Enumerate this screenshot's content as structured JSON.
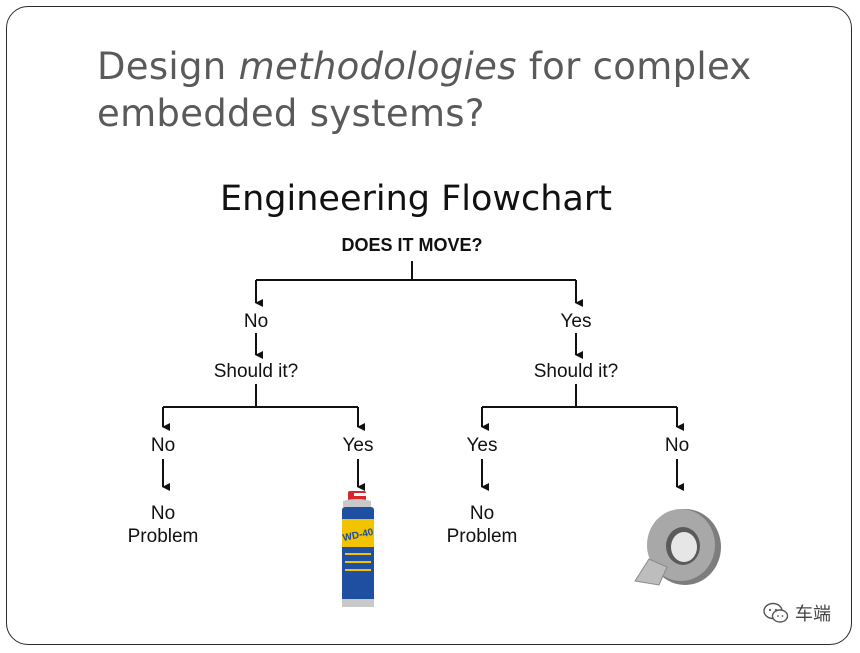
{
  "slide": {
    "title_part1": "Design ",
    "title_italic": "methodologies",
    "title_part2": " for complex embedded systems?"
  },
  "flowchart": {
    "title": "Engineering Flowchart",
    "root": "DOES IT MOVE?",
    "left_branch": "No",
    "right_branch": "Yes",
    "left_question": "Should it?",
    "right_question": "Should it?",
    "ll_answer": "No",
    "lr_answer": "Yes",
    "rl_answer": "Yes",
    "rr_answer": "No",
    "ll_result_1": "No",
    "ll_result_2": "Problem",
    "rl_result_1": "No",
    "rl_result_2": "Problem",
    "lr_result_icon": "spray-can-icon",
    "rr_result_icon": "duct-tape-icon",
    "can_label": "WD-40"
  },
  "watermark": {
    "text": "车端",
    "icon": "wechat-icon"
  },
  "colors": {
    "title_gray": "#5a5a5a",
    "can_blue": "#1f4fa0",
    "can_yellow": "#f2c300",
    "can_red": "#d8262a",
    "tape_gray": "#9a9a9a"
  }
}
